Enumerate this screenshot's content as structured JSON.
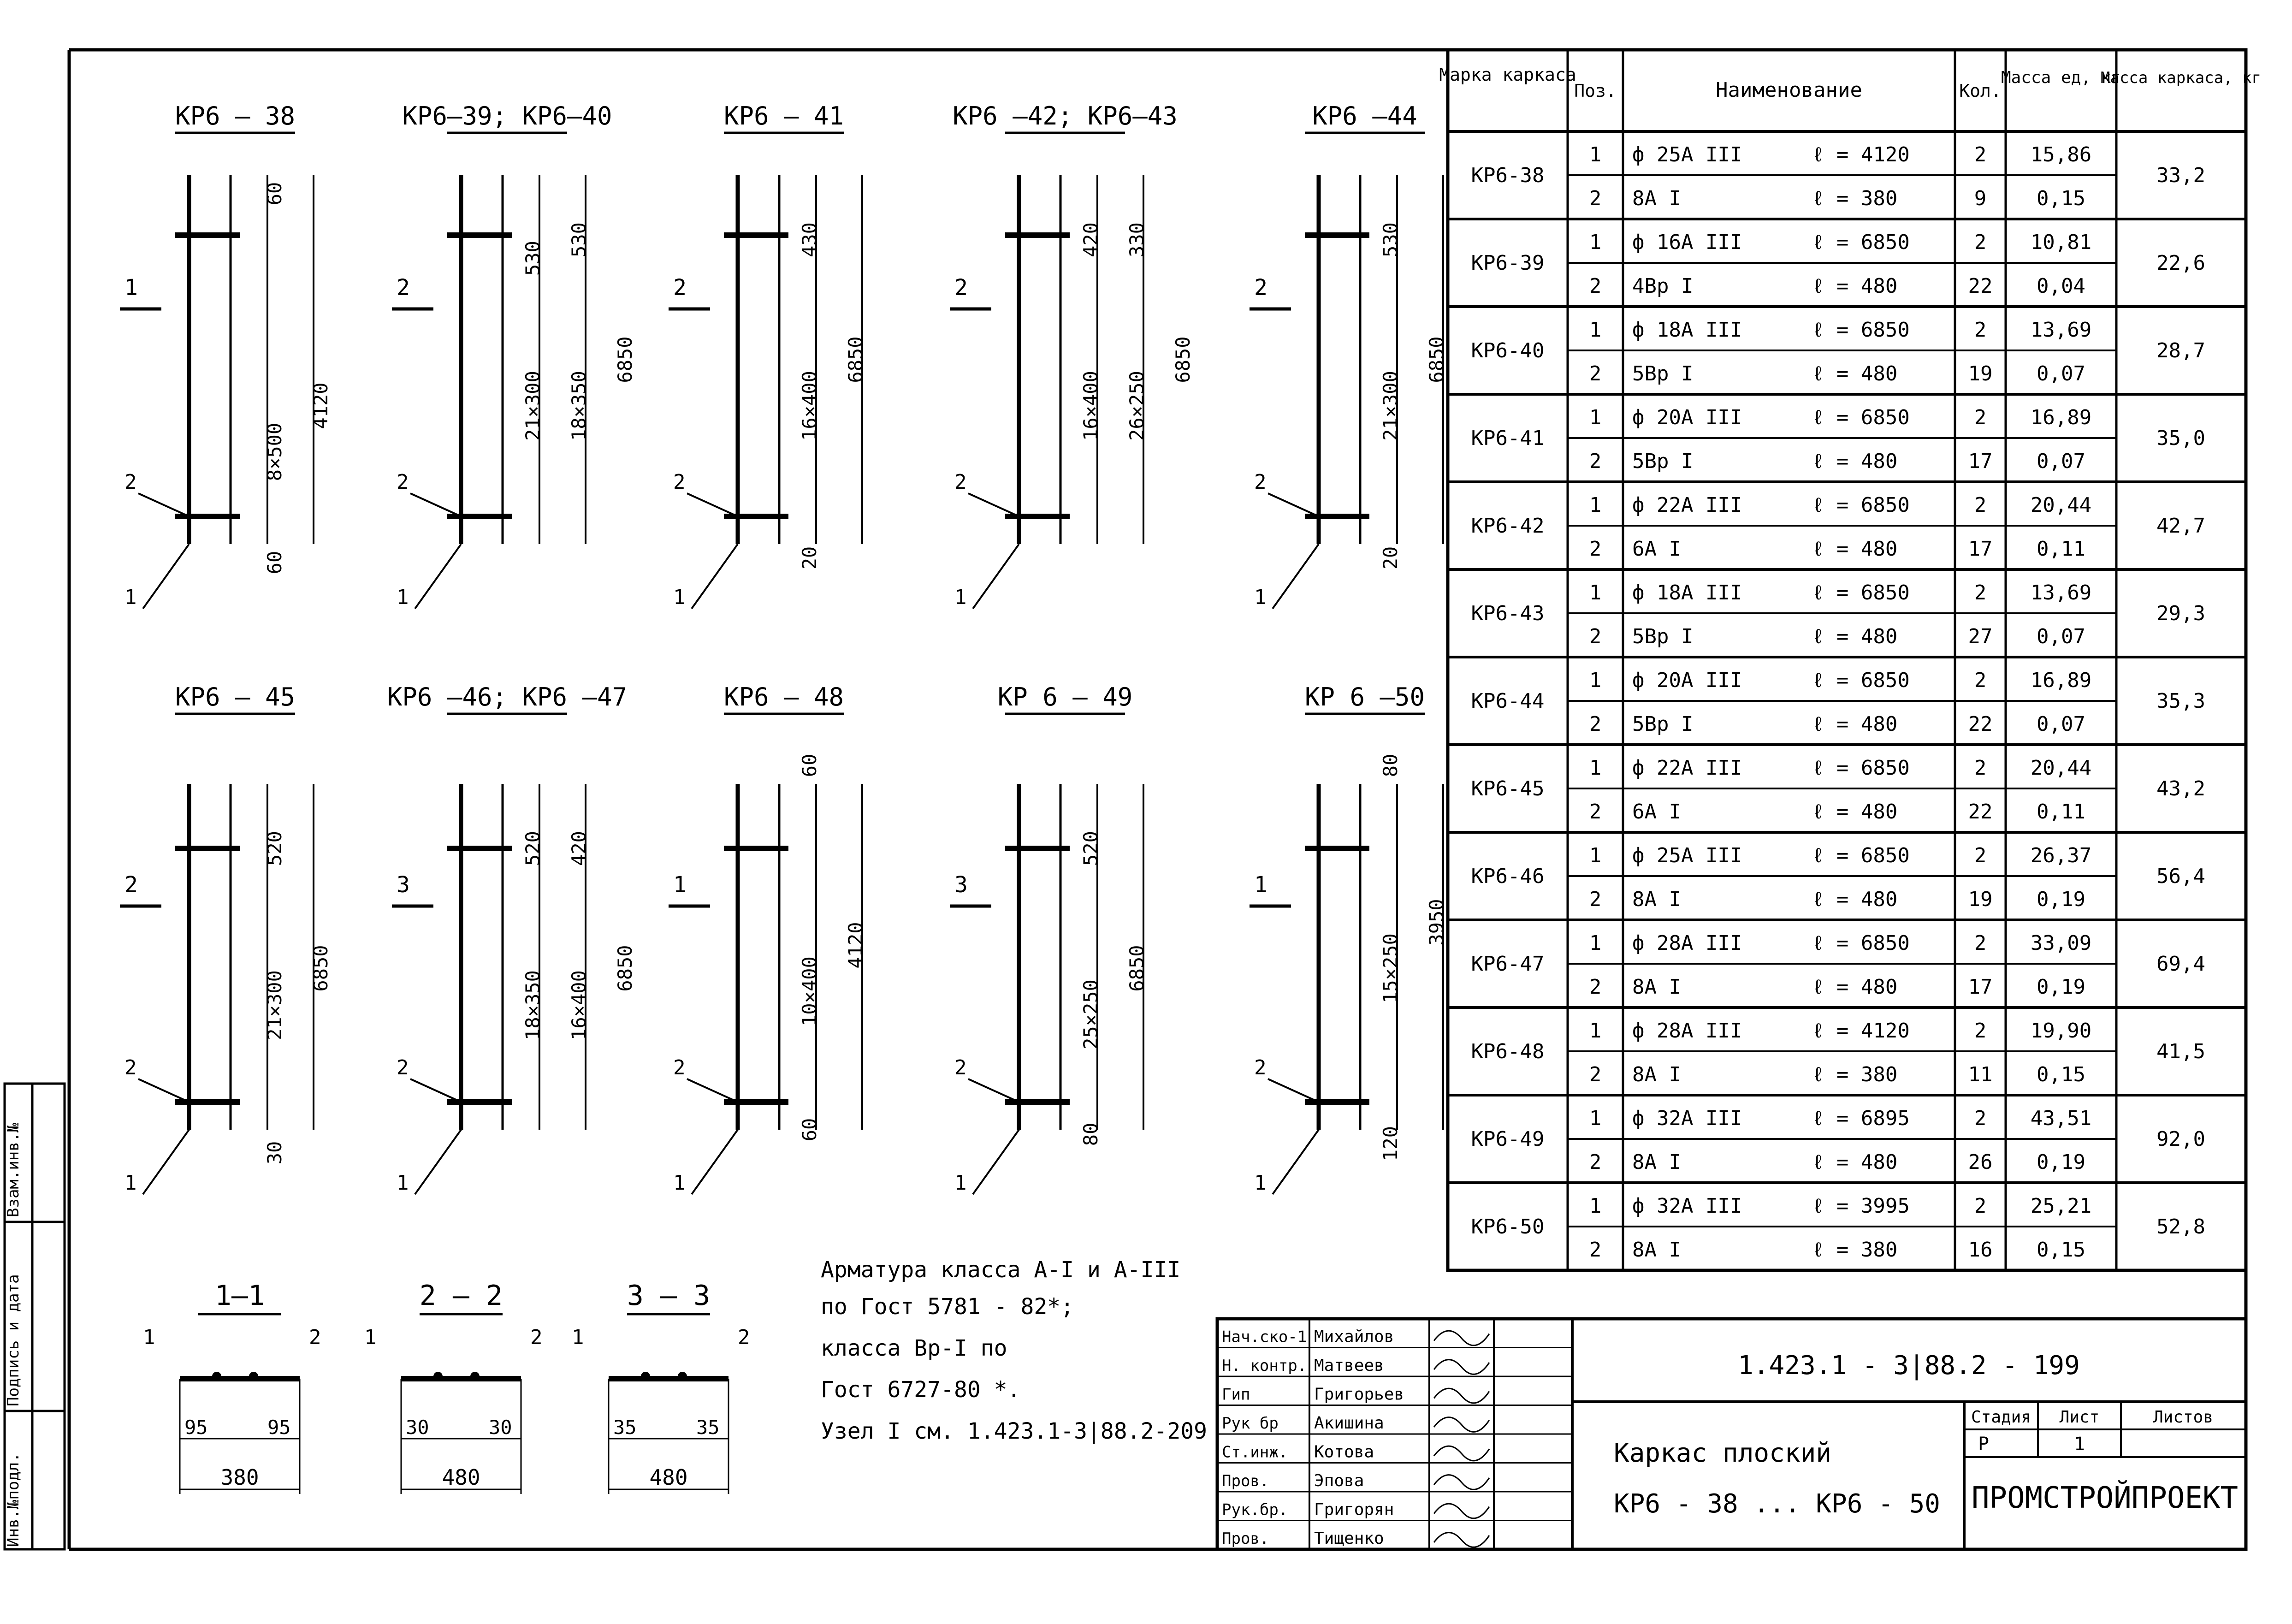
{
  "drawings_top": [
    {
      "title": "КР6 – 38"
    },
    {
      "title": "КР6–39; КР6–40"
    },
    {
      "title": "КР6 – 41"
    },
    {
      "title": "КР6 –42; КР6–43"
    },
    {
      "title": "КР6 –44"
    }
  ],
  "drawings_bottom": [
    {
      "title": "КР6 – 45"
    },
    {
      "title": "КР6 –46; КР6 –47"
    },
    {
      "title": "КР6 – 48"
    },
    {
      "title": "КР 6 – 49"
    },
    {
      "title": "КР 6 –50"
    }
  ],
  "sections": [
    "1–1",
    "2 – 2",
    "3 – 3"
  ],
  "section_dims": {
    "s1": {
      "left": "95",
      "right": "95",
      "total": "380"
    },
    "s2": {
      "left": "30",
      "right": "30",
      "total": "480"
    },
    "s3": {
      "left": "35",
      "right": "35",
      "total": "480"
    }
  },
  "notes": [
    "Арматура класса А-I и А-III",
    "по Гост 5781 - 82*;",
    "класса Вр-I по",
    "Гост 6727-80 *.",
    "Узел I см. 1.423.1-3|88.2-209"
  ],
  "spec_table": {
    "headers": {
      "mark": "Марка каркаса",
      "pos": "Поз.",
      "name": "Наименование",
      "qty": "Кол.",
      "mass_unit": "Масса ед, кг",
      "mass_frame": "Масса каркаса, кг"
    },
    "rows": [
      {
        "mark": "КР6-38",
        "total": "33,2",
        "items": [
          {
            "pos": "1",
            "name": "ф 25А III",
            "len": "ℓ = 4120",
            "qty": "2",
            "mass": "15,86"
          },
          {
            "pos": "2",
            "name": "8А I",
            "len": "ℓ = 380",
            "qty": "9",
            "mass": "0,15"
          }
        ]
      },
      {
        "mark": "КР6-39",
        "total": "22,6",
        "items": [
          {
            "pos": "1",
            "name": "ф 16А III",
            "len": "ℓ = 6850",
            "qty": "2",
            "mass": "10,81"
          },
          {
            "pos": "2",
            "name": "4Вр I",
            "len": "ℓ = 480",
            "qty": "22",
            "mass": "0,04"
          }
        ]
      },
      {
        "mark": "КР6-40",
        "total": "28,7",
        "items": [
          {
            "pos": "1",
            "name": "ф 18А III",
            "len": "ℓ = 6850",
            "qty": "2",
            "mass": "13,69"
          },
          {
            "pos": "2",
            "name": "5Вр I",
            "len": "ℓ = 480",
            "qty": "19",
            "mass": "0,07"
          }
        ]
      },
      {
        "mark": "КР6-41",
        "total": "35,0",
        "items": [
          {
            "pos": "1",
            "name": "ф 20А III",
            "len": "ℓ = 6850",
            "qty": "2",
            "mass": "16,89"
          },
          {
            "pos": "2",
            "name": "5Вр I",
            "len": "ℓ = 480",
            "qty": "17",
            "mass": "0,07"
          }
        ]
      },
      {
        "mark": "КР6-42",
        "total": "42,7",
        "items": [
          {
            "pos": "1",
            "name": "ф 22А III",
            "len": "ℓ = 6850",
            "qty": "2",
            "mass": "20,44"
          },
          {
            "pos": "2",
            "name": "6А I",
            "len": "ℓ = 480",
            "qty": "17",
            "mass": "0,11"
          }
        ]
      },
      {
        "mark": "КР6-43",
        "total": "29,3",
        "items": [
          {
            "pos": "1",
            "name": "ф 18А III",
            "len": "ℓ = 6850",
            "qty": "2",
            "mass": "13,69"
          },
          {
            "pos": "2",
            "name": "5Вр I",
            "len": "ℓ = 480",
            "qty": "27",
            "mass": "0,07"
          }
        ]
      },
      {
        "mark": "КР6-44",
        "total": "35,3",
        "items": [
          {
            "pos": "1",
            "name": "ф 20А III",
            "len": "ℓ = 6850",
            "qty": "2",
            "mass": "16,89"
          },
          {
            "pos": "2",
            "name": "5Вр I",
            "len": "ℓ = 480",
            "qty": "22",
            "mass": "0,07"
          }
        ]
      },
      {
        "mark": "КР6-45",
        "total": "43,2",
        "items": [
          {
            "pos": "1",
            "name": "ф 22А III",
            "len": "ℓ = 6850",
            "qty": "2",
            "mass": "20,44"
          },
          {
            "pos": "2",
            "name": "6А I",
            "len": "ℓ = 480",
            "qty": "22",
            "mass": "0,11"
          }
        ]
      },
      {
        "mark": "КР6-46",
        "total": "56,4",
        "items": [
          {
            "pos": "1",
            "name": "ф 25А III",
            "len": "ℓ = 6850",
            "qty": "2",
            "mass": "26,37"
          },
          {
            "pos": "2",
            "name": "8А I",
            "len": "ℓ = 480",
            "qty": "19",
            "mass": "0,19"
          }
        ]
      },
      {
        "mark": "КР6-47",
        "total": "69,4",
        "items": [
          {
            "pos": "1",
            "name": "ф 28А III",
            "len": "ℓ = 6850",
            "qty": "2",
            "mass": "33,09"
          },
          {
            "pos": "2",
            "name": "8А I",
            "len": "ℓ = 480",
            "qty": "17",
            "mass": "0,19"
          }
        ]
      },
      {
        "mark": "КР6-48",
        "total": "41,5",
        "items": [
          {
            "pos": "1",
            "name": "ф 28А III",
            "len": "ℓ = 4120",
            "qty": "2",
            "mass": "19,90"
          },
          {
            "pos": "2",
            "name": "8А I",
            "len": "ℓ = 380",
            "qty": "11",
            "mass": "0,15"
          }
        ]
      },
      {
        "mark": "КР6-49",
        "total": "92,0",
        "items": [
          {
            "pos": "1",
            "name": "ф 32А III",
            "len": "ℓ = 6895",
            "qty": "2",
            "mass": "43,51"
          },
          {
            "pos": "2",
            "name": "8А I",
            "len": "ℓ = 480",
            "qty": "26",
            "mass": "0,19"
          }
        ]
      },
      {
        "mark": "КР6-50",
        "total": "52,8",
        "items": [
          {
            "pos": "1",
            "name": "ф 32А III",
            "len": "ℓ = 3995",
            "qty": "2",
            "mass": "25,21"
          },
          {
            "pos": "2",
            "name": "8А I",
            "len": "ℓ = 380",
            "qty": "16",
            "mass": "0,15"
          }
        ]
      }
    ]
  },
  "title_block": {
    "doc_code": "1.423.1 - 3|88.2 - 199",
    "title_line1": "Каркас плоский",
    "title_line2": "КР6 - 38 ... КР6 - 50",
    "stage_label": "Стадия",
    "sheet_label": "Лист",
    "sheets_label": "Листов",
    "stage": "Р",
    "sheet": "1",
    "sheets": "",
    "org": "ПРОМСТРОЙПРОЕКТ",
    "signatures": [
      {
        "role": "Нач.ско-1",
        "name": "Михайлов"
      },
      {
        "role": "Н. контр.",
        "name": "Матвеев"
      },
      {
        "role": "Гип",
        "name": "Григорьев"
      },
      {
        "role": "Рук бр",
        "name": "Акишина"
      },
      {
        "role": "Ст.инж.",
        "name": "Котова"
      },
      {
        "role": "Пров.",
        "name": "Эпова"
      },
      {
        "role": "Рук.бр.",
        "name": "Григорян"
      },
      {
        "role": "Пров.",
        "name": "Тищенко"
      }
    ]
  },
  "side_stamp": [
    "Инв.№подл.",
    "Подпись и дата",
    "Взам.инв.№"
  ]
}
